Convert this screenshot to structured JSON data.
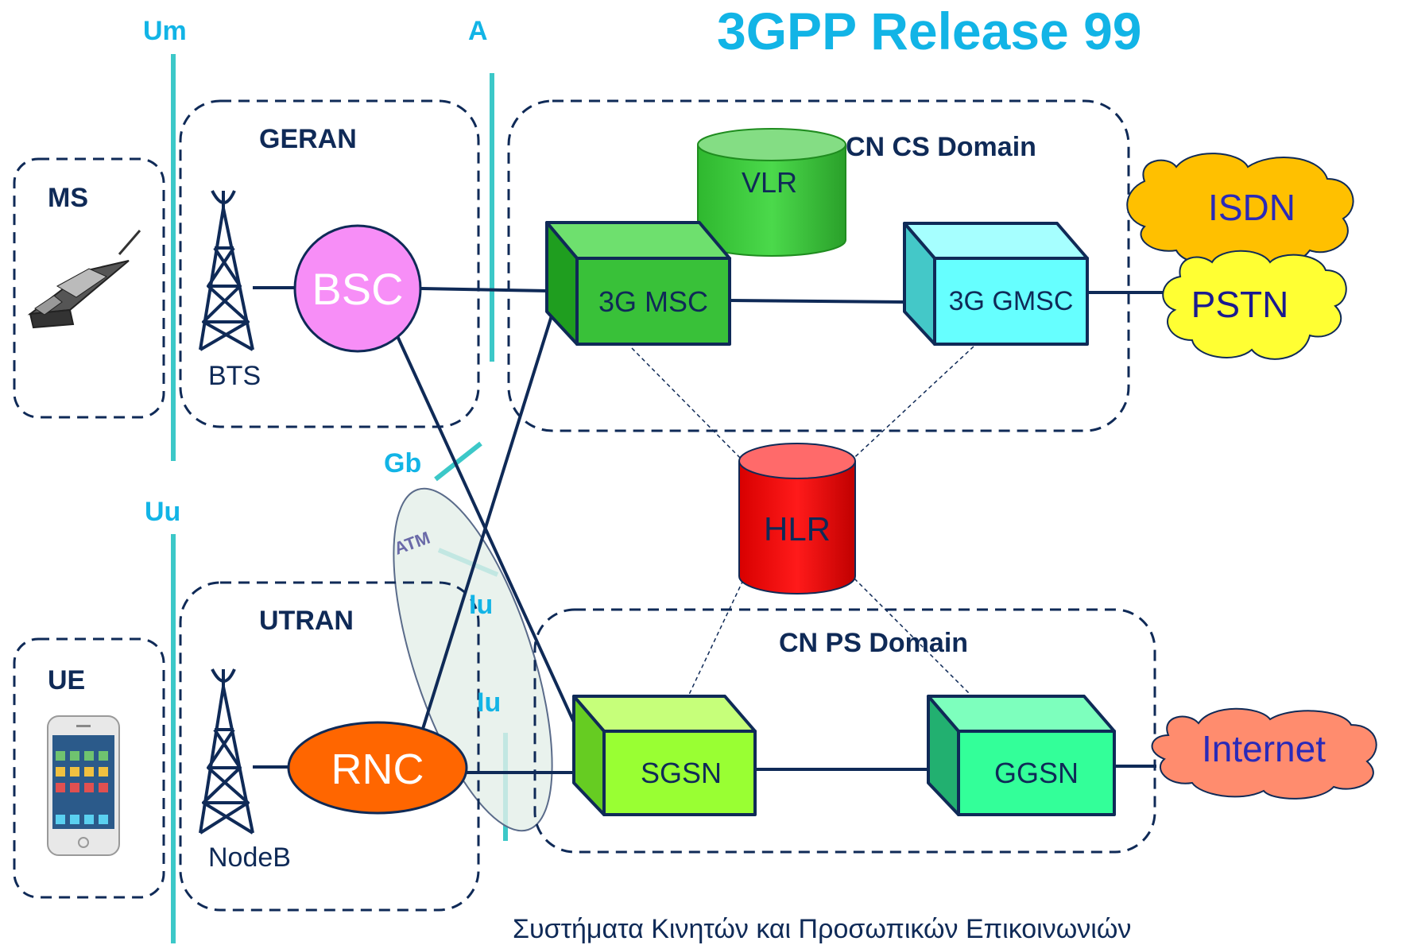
{
  "title": "3GPP Release 99",
  "footer": "Συστήματα Κινητών και Προσωπικών Επικοινωνιών",
  "interfaces": {
    "um": "Um",
    "a": "A",
    "uu": "Uu",
    "gb": "Gb",
    "iu_upper": "Iu",
    "iu_lower": "Iu",
    "atm": "ATM"
  },
  "domains": {
    "ms": "MS",
    "geran": "GERAN",
    "cn_cs": "CN CS Domain",
    "ue": "UE",
    "utran": "UTRAN",
    "cn_ps": "CN PS Domain"
  },
  "nodes": {
    "bts": "BTS",
    "bsc": "BSC",
    "nodeb": "NodeB",
    "rnc": "RNC",
    "vlr": "VLR",
    "msc": "3G MSC",
    "gmsc": "3G GMSC",
    "hlr": "HLR",
    "sgsn": "SGSN",
    "ggsn": "GGSN"
  },
  "clouds": {
    "isdn": "ISDN",
    "pstn": "PSTN",
    "internet": "Internet"
  },
  "colors": {
    "title": "#12b4e6",
    "interface_line": "#3cc8c8",
    "link": "#0f2a57",
    "bsc": "#f78ef7",
    "rnc": "#ff6600",
    "vlr": "#33cc33",
    "msc": "#3dbb3d",
    "gmsc": "#66ffff",
    "hlr": "#ff0000",
    "sgsn": "#99ff33",
    "ggsn": "#33ff99",
    "isdn": "#ffc000",
    "pstn": "#ffff33",
    "internet": "#ff8c6e"
  }
}
